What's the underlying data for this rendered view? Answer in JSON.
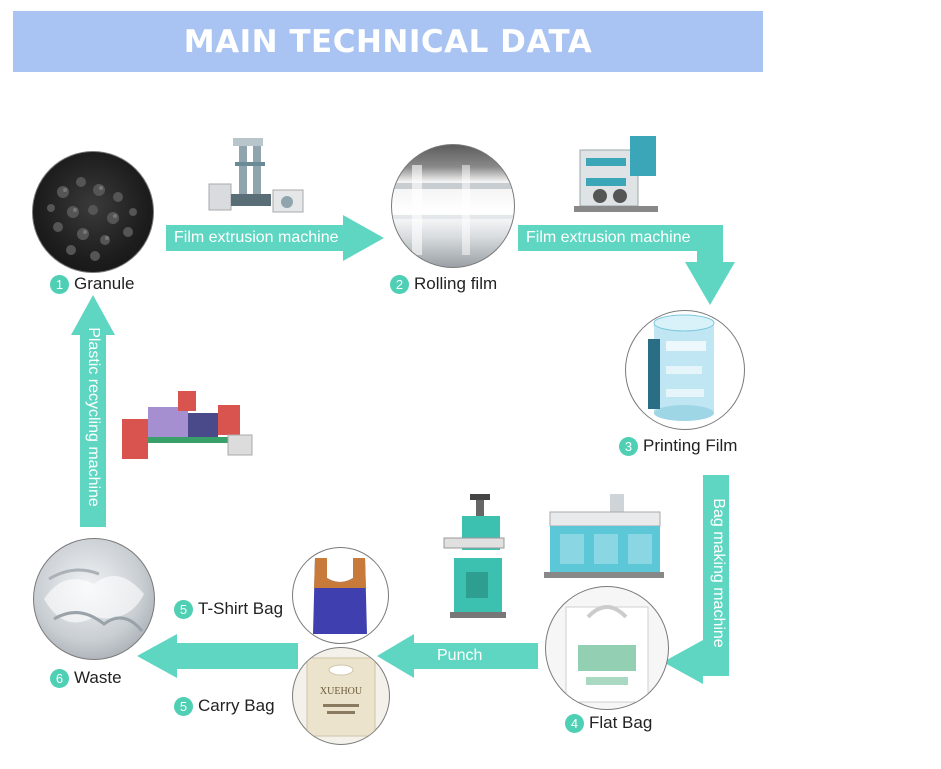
{
  "header": {
    "title": "MAIN TECHNICAL DATA"
  },
  "colors": {
    "arrow": "#5fd6c2",
    "banner": "#a9c4f2",
    "badge": "#4fcfb3"
  },
  "arrows": {
    "extrusion_1": "Film extrusion machine",
    "extrusion_2": "Film extrusion machine",
    "bag_making": "Bag making machine",
    "punch": "Punch",
    "recycling": "Plastic recycling machine"
  },
  "stages": {
    "granule": {
      "num": "1",
      "label": "Granule"
    },
    "rolling_film": {
      "num": "2",
      "label": "Rolling film"
    },
    "printing_film": {
      "num": "3",
      "label": "Printing Film"
    },
    "flat_bag": {
      "num": "4",
      "label": "Flat Bag"
    },
    "tshirt_bag": {
      "num": "5",
      "label": "T-Shirt Bag"
    },
    "carry_bag": {
      "num": "5",
      "label": "Carry Bag"
    },
    "waste": {
      "num": "6",
      "label": "Waste"
    }
  },
  "carry_bag_print": {
    "brand": "XUEHOU"
  }
}
